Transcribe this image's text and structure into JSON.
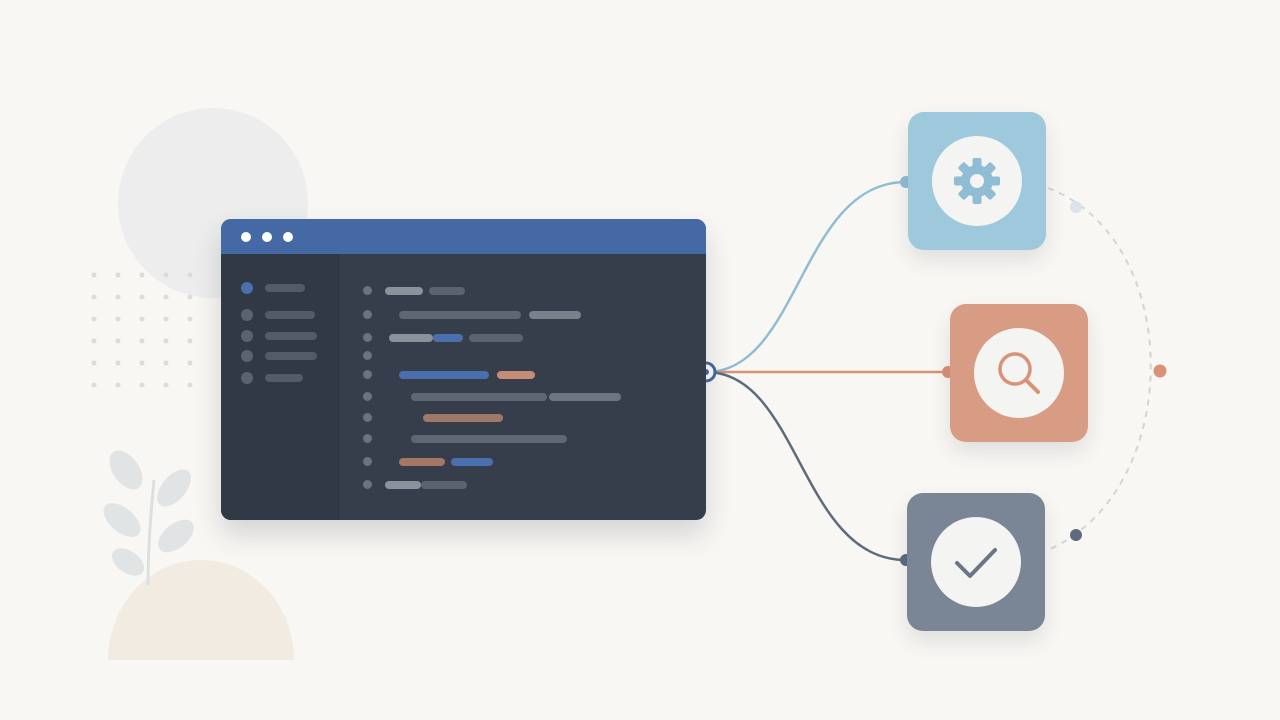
{
  "colors": {
    "background": "#f9f7f3",
    "window_body": "#353e4a",
    "window_sidebar": "#313944",
    "title_bar": "#4569a4",
    "gear_node": "#9ec9dc",
    "search_node": "#d89c84",
    "check_node": "#7a8595",
    "connector_blue": "#8fbdd3",
    "connector_orange": "#d99177",
    "connector_slate": "#5d6b7d"
  },
  "icons": {
    "gear": "gear-icon",
    "search": "magnifier-icon",
    "check": "checkmark-icon"
  },
  "nodes": [
    {
      "name": "gear-node",
      "icon": "gear-icon"
    },
    {
      "name": "search-node",
      "icon": "magnifier-icon"
    },
    {
      "name": "check-node",
      "icon": "checkmark-icon"
    }
  ]
}
